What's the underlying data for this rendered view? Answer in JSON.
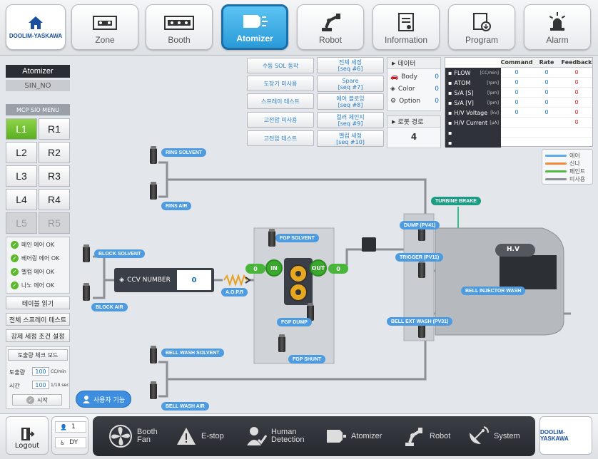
{
  "brand": {
    "name": "DOOLIM-YASKAWA"
  },
  "nav": {
    "tabs": [
      {
        "label": "Zone",
        "icon": "zone-icon"
      },
      {
        "label": "Booth",
        "icon": "booth-icon"
      },
      {
        "label": "Atomizer",
        "icon": "atomizer-icon",
        "active": true
      },
      {
        "label": "Robot",
        "icon": "robot-arm-icon"
      },
      {
        "label": "Information",
        "icon": "information-icon"
      },
      {
        "label": "Program",
        "icon": "program-icon"
      },
      {
        "label": "Alarm",
        "icon": "alarm-icon"
      }
    ]
  },
  "left": {
    "atomizer_label": "Atomizer",
    "sin_no": "SIN_NO",
    "mcp_title": "MCP SIO MENU",
    "l_buttons": [
      "L1",
      "L2",
      "L3",
      "L4",
      "L5"
    ],
    "r_buttons": [
      "R1",
      "R2",
      "R3",
      "R4",
      "R5"
    ],
    "status": [
      {
        "label": "메인 에어",
        "state": "OK"
      },
      {
        "label": "베어링 에어",
        "state": "OK"
      },
      {
        "label": "벨컵 에어",
        "state": "OK"
      },
      {
        "label": "나노 에어",
        "state": "OK"
      }
    ],
    "table_read": "테이블 읽기",
    "full_spray_test": "전체 스프레이 테스트",
    "force_clean": "강제 세정 조건 설정",
    "discharge": {
      "title": "토출량 체크 모드",
      "amount_label": "토출량",
      "amount_value": "100",
      "amount_unit": "CC/min",
      "time_label": "시간",
      "time_value": "100",
      "time_unit": "1/10 sec",
      "start": "시작"
    },
    "user_function": "사용자 기능"
  },
  "mid_buttons": {
    "col1": [
      "수동 SOL 동작",
      "도장기 미사용",
      "스프레이 테스트",
      "고전압 미사용",
      "고전압 테스트"
    ],
    "col2": [
      {
        "l1": "전체 세정",
        "l2": "[seq #6]"
      },
      {
        "l1": "Spare",
        "l2": "[seq #7]"
      },
      {
        "l1": "에어 블로잉",
        "l2": "[seq #8]"
      },
      {
        "l1": "컬러 체인지",
        "l2": "[seq #9]"
      },
      {
        "l1": "벨컵 세정",
        "l2": "[seq #10]"
      }
    ]
  },
  "data_panel": {
    "title": "데이터",
    "rows": [
      {
        "label": "Body",
        "value": "0",
        "icon": "car-icon"
      },
      {
        "label": "Color",
        "value": "0",
        "icon": "paint-bucket-icon"
      },
      {
        "label": "Option",
        "value": "0",
        "icon": "gear-icon"
      }
    ],
    "route_title": "로봇 경로",
    "route_value": "4"
  },
  "table": {
    "headers": [
      "Command",
      "Rate",
      "Feedback"
    ],
    "rows": [
      {
        "label": "FLOW",
        "unit": "[CC/min]",
        "cmd": "0",
        "rate": "0",
        "fb": "0"
      },
      {
        "label": "ATOM",
        "unit": "[rpm]",
        "cmd": "0",
        "rate": "0",
        "fb": "0"
      },
      {
        "label": "S/A [S]",
        "unit": "[lpm]",
        "cmd": "0",
        "rate": "0",
        "fb": "0"
      },
      {
        "label": "S/A [V]",
        "unit": "[lpm]",
        "cmd": "0",
        "rate": "0",
        "fb": "0"
      },
      {
        "label": "H/V Voltage",
        "unit": "[kv]",
        "cmd": "0",
        "rate": "0",
        "fb": "0"
      },
      {
        "label": "H/V Current",
        "unit": "[μA]",
        "cmd": "",
        "rate": "",
        "fb": "0"
      },
      {
        "label": "",
        "unit": "",
        "cmd": "",
        "rate": "",
        "fb": ""
      },
      {
        "label": "",
        "unit": "",
        "cmd": "",
        "rate": "",
        "fb": ""
      }
    ]
  },
  "legend": [
    {
      "label": "에어",
      "color": "#5ea8ec"
    },
    {
      "label": "신나",
      "color": "#f08a3a"
    },
    {
      "label": "페인트",
      "color": "#52b848"
    },
    {
      "label": "미사용",
      "color": "#8c9096"
    }
  ],
  "diagram": {
    "rins_solvent": "RINS SOLVENT",
    "rins_air": "RINS AIR",
    "block_solvent": "BLOCK SOLVENT",
    "block_air": "BLOCK AIR",
    "ccv_number": "CCV NUMBER",
    "ccv_value": "0",
    "aopr": "A.O.P.R",
    "fgp_solvent": "FGP SOLVENT",
    "fgp_dump": "FGP DUMP",
    "fgp_shunt": "FGP SHUNT",
    "in": "IN",
    "out": "OUT",
    "in_val": "0",
    "out_val": "0",
    "bell_wash_solvent": "BELL WASH SOLVENT",
    "bell_wash_air": "BELL WASH AIR",
    "turbine_brake": "TURBINE BRAKE",
    "dump": "DUMP (PV41)",
    "trigger": "TRIGGER (PV11)",
    "bell_injector_wash": "BELL INJECTOR WASH",
    "bell_ext_wash": "BELL EXT WASH (PV31)",
    "hv": "H.V"
  },
  "bottom": {
    "logout": "Logout",
    "user_level": "1",
    "user_shift": "DY",
    "items": [
      {
        "label": "Booth\nFan",
        "icon": "fan-icon"
      },
      {
        "label": "E-stop",
        "icon": "warning-icon"
      },
      {
        "label": "Human\nDetection",
        "icon": "human-detection-icon"
      },
      {
        "label": "Atomizer",
        "icon": "atomizer-icon"
      },
      {
        "label": "Robot",
        "icon": "robot-arm-icon"
      },
      {
        "label": "System",
        "icon": "satellite-dish-icon"
      }
    ]
  }
}
